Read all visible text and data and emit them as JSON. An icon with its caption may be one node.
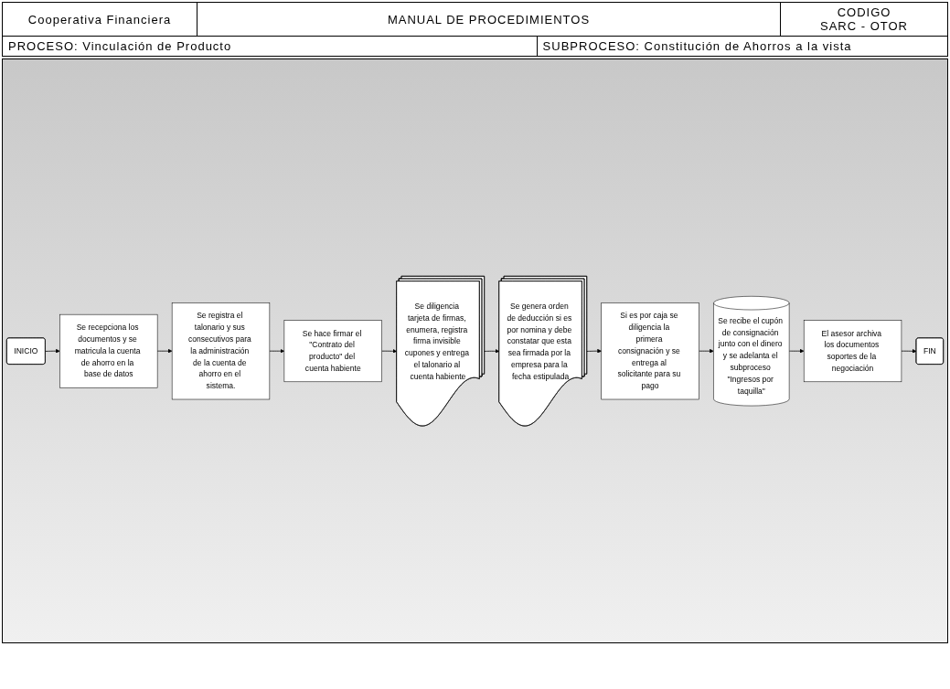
{
  "diagram": {
    "title": "MANUAL DE PROCEDIMIENTOS",
    "nodes": [
      {
        "text": [
          "INICIO"
        ]
      },
      {
        "text": [
          "Se recepciona los documentos y se matricula la cuenta de ahorro en la base de datos"
        ]
      },
      {
        "text": [
          "Se registra el talonario y sus consecutivos para la administración de la cuenta de ahorro en el sistema."
        ]
      },
      {
        "text": [
          "Se hace firmar el \"Contrato del producto\" del cuenta habiente"
        ]
      },
      {
        "text": [
          "Se diligencia tarjeta de firmas, enumera, registra firma invisible cupones y entrega el talonario al cuenta habiente"
        ]
      },
      {
        "text": [
          "Se genera orden de deducción si es por nomina y debe constatar que esta sea firmada por la empresa para la fecha estipulada"
        ]
      },
      {
        "text": [
          "Si es por caja se diligencia la primera consignación y se entrega al solicitante para su pago"
        ]
      },
      {
        "text": [
          "Se recibe el cupón de consignación junto con el dinero y se adelanta el subproceso \"Ingresos por taquilla\""
        ]
      },
      {
        "text": [
          "El asesor archiva los documentos soportes de la negociación"
        ]
      },
      {
        "text": [
          "FIN"
        ]
      }
    ],
    "edges": [
      {
        "from": 0,
        "to": 1,
        "arrow": "to"
      },
      {
        "from": 1,
        "to": 2,
        "arrow": "to"
      },
      {
        "from": 2,
        "to": 3,
        "arrow": "to"
      },
      {
        "from": 3,
        "to": 4,
        "arrow": "to"
      },
      {
        "from": 4,
        "to": 5,
        "arrow": "to"
      },
      {
        "from": 5,
        "to": 6,
        "arrow": "to"
      },
      {
        "from": 6,
        "to": 7,
        "arrow": "to"
      },
      {
        "from": 7,
        "to": 8,
        "arrow": "to"
      },
      {
        "from": 8,
        "to": 9,
        "arrow": "to"
      }
    ],
    "labels": [
      "Cooperativa Financiera",
      "CODIGO",
      "SARC - OTOR",
      "PROCESO: Vinculación de Producto",
      "SUBPROCESO: Constitución de Ahorros a la vista"
    ]
  }
}
